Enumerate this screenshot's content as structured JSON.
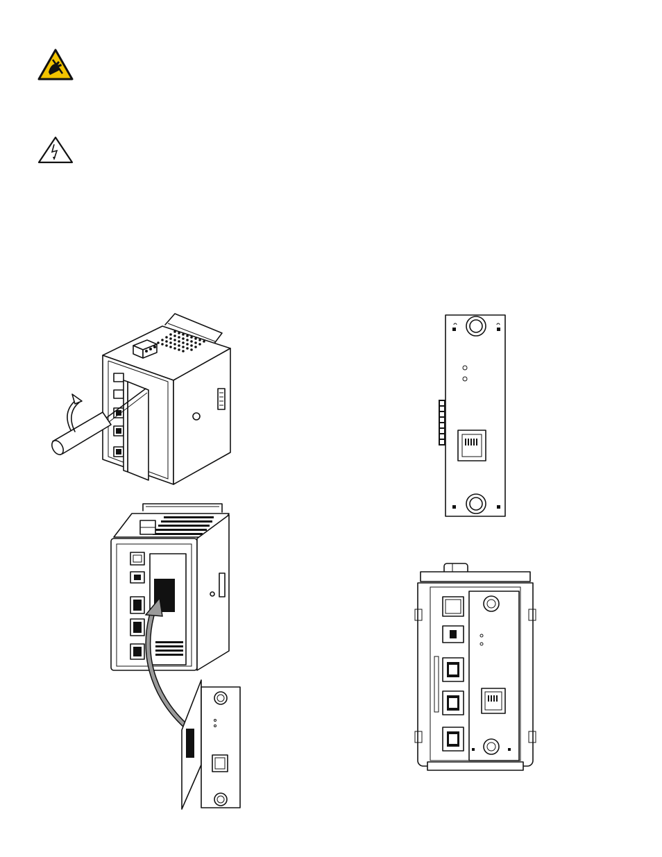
{
  "page": {
    "background": "#ffffff",
    "line_color": "#111111"
  },
  "icons": {
    "esd_warning": {
      "name": "esd-warning-icon",
      "color": "#f2c300"
    },
    "electrical_hazard": {
      "name": "electrical-hazard-icon",
      "color": "#ffffff"
    }
  },
  "figures": [
    {
      "name": "figure-remove-cover",
      "arrow": "rotate-arrow"
    },
    {
      "name": "figure-insert-module",
      "arrow_color": "#9a9a9a"
    },
    {
      "name": "figure-module-front"
    },
    {
      "name": "figure-module-installed"
    }
  ]
}
